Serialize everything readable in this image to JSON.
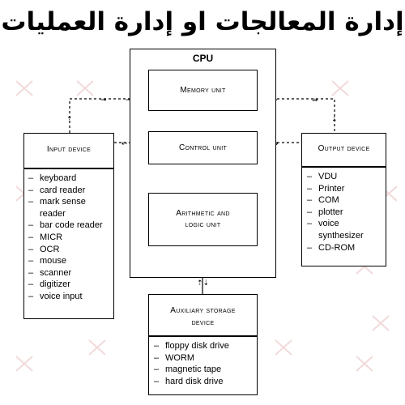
{
  "title": "إدارة المعالجات او إدارة العمليات",
  "cpu": {
    "label": "CPU"
  },
  "boxes": {
    "memory": "Memory unit",
    "control": "Control unit",
    "alu": "Arithmetic and logic unit",
    "input": "Input device",
    "output": "Output device",
    "storage": "Auxiliary storage device"
  },
  "lists": {
    "input": [
      "keyboard",
      "card reader",
      "mark sense reader",
      "bar code reader",
      "MICR",
      "OCR",
      "mouse",
      "scanner",
      "digitizer",
      "voice input"
    ],
    "output": [
      "VDU",
      "Printer",
      "COM",
      "plotter",
      "voice synthesizer",
      "CD-ROM"
    ],
    "storage": [
      "floppy disk drive",
      "WORM",
      "magnetic tape",
      "hard disk drive"
    ]
  },
  "colors": {
    "ink": "#000000",
    "watermark": "#f3dada"
  }
}
